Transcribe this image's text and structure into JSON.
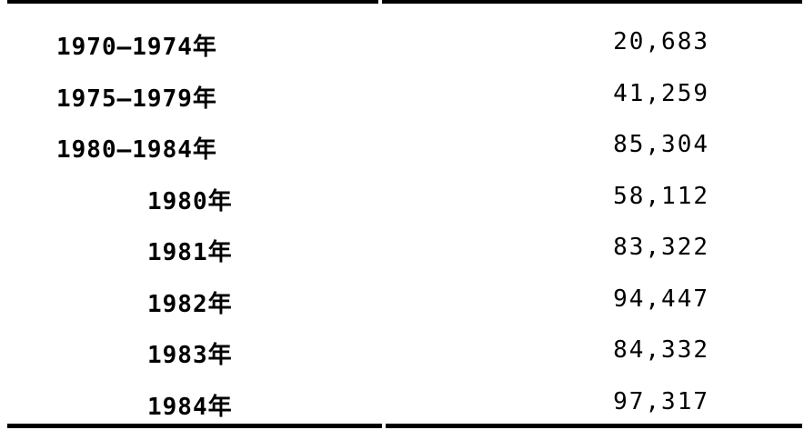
{
  "table": {
    "rows": [
      {
        "period": "1970—1974年",
        "value": "20,683",
        "level": "top"
      },
      {
        "period": "1975—1979年",
        "value": "41,259",
        "level": "top"
      },
      {
        "period": "1980—1984年",
        "value": "85,304",
        "level": "top"
      },
      {
        "period": "1980年",
        "value": "58,112",
        "level": "sub"
      },
      {
        "period": "1981年",
        "value": "83,322",
        "level": "sub"
      },
      {
        "period": "1982年",
        "value": "94,447",
        "level": "sub"
      },
      {
        "period": "1983年",
        "value": "84,332",
        "level": "sub"
      },
      {
        "period": "1984年",
        "value": "97,317",
        "level": "sub"
      }
    ]
  }
}
